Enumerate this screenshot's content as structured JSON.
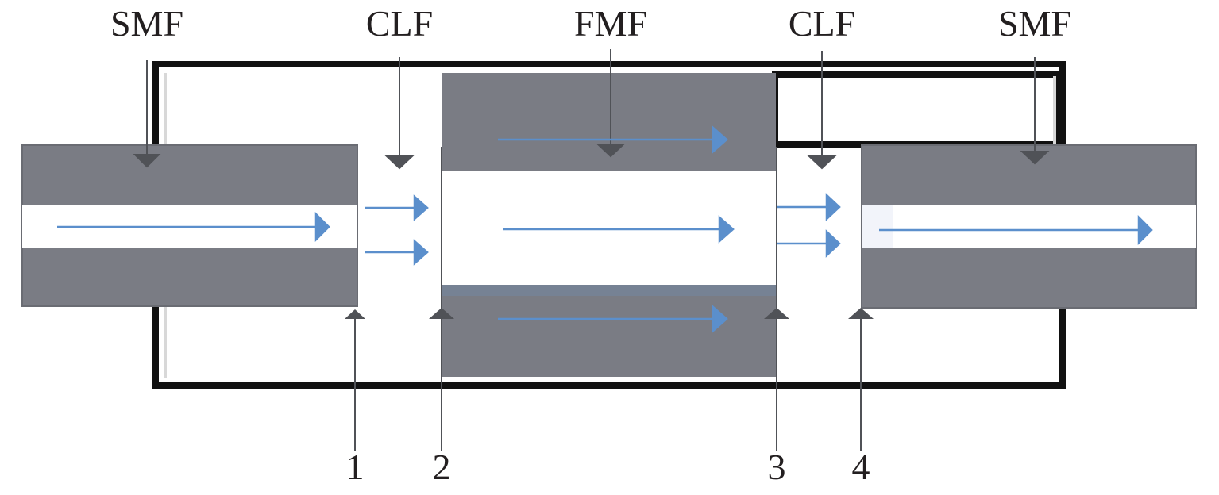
{
  "labels": {
    "smf_left": "SMF",
    "clf_left": "CLF",
    "fmf": "FMF",
    "clf_right": "CLF",
    "smf_right": "SMF"
  },
  "interfaces": [
    "1",
    "2",
    "3",
    "4"
  ],
  "colors": {
    "fiber_gray": "#7a7c84",
    "arrow_blue": "#5b8fcc",
    "pointer_gray": "#505257",
    "frame_black": "#111111",
    "text": "#231f20"
  }
}
